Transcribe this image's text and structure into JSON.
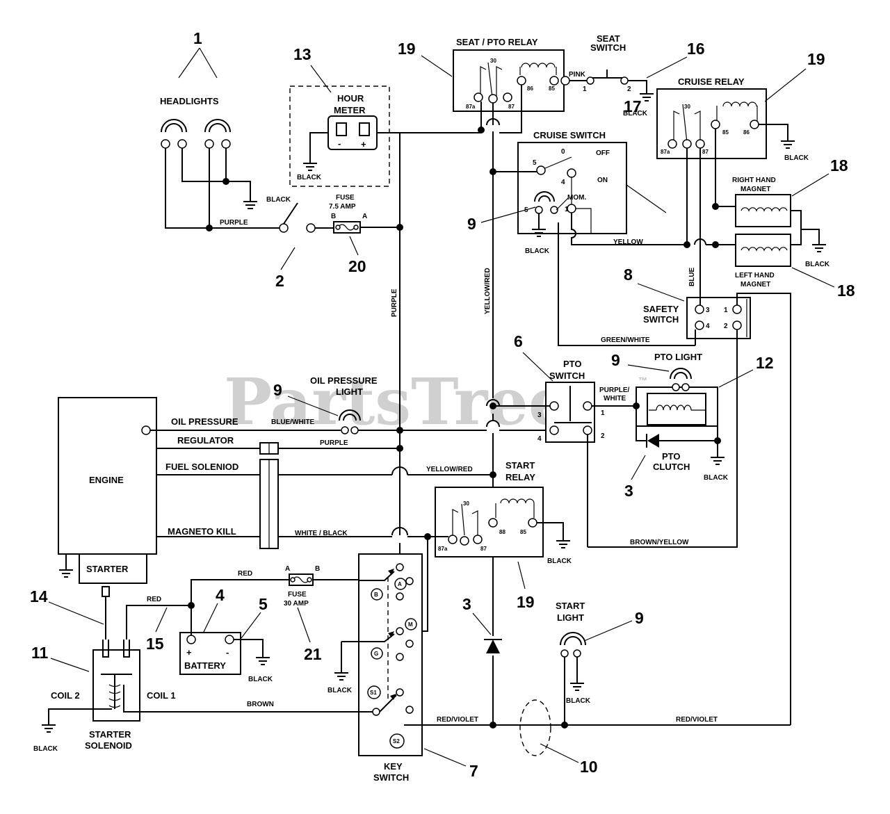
{
  "watermark": "PartsTree",
  "trademark": "™",
  "components": {
    "headlights": "HEADLIGHTS",
    "hour_meter_1": "HOUR",
    "hour_meter_2": "METER",
    "seat_pto_relay": "SEAT / PTO RELAY",
    "seat_switch_1": "SEAT",
    "seat_switch_2": "SWITCH",
    "cruise_relay": "CRUISE RELAY",
    "cruise_switch": "CRUISE SWITCH",
    "right_magnet_1": "RIGHT HAND",
    "right_magnet_2": "MAGNET",
    "left_magnet_1": "LEFT HAND",
    "left_magnet_2": "MAGNET",
    "fuse_75_1": "FUSE",
    "fuse_75_2": "7.5 AMP",
    "safety_switch_1": "SAFETY",
    "safety_switch_2": "SWITCH",
    "oil_light_1": "OIL PRESSURE",
    "oil_light_2": "LIGHT",
    "pto_switch_1": "PTO",
    "pto_switch_2": "SWITCH",
    "pto_light": "PTO LIGHT",
    "pto_clutch_1": "PTO",
    "pto_clutch_2": "CLUTCH",
    "engine": "ENGINE",
    "starter": "STARTER",
    "start_relay_1": "START",
    "start_relay_2": "RELAY",
    "fuse_30_1": "FUSE",
    "fuse_30_2": "30 AMP",
    "battery": "BATTERY",
    "start_light_1": "START",
    "start_light_2": "LIGHT",
    "key_switch_1": "KEY",
    "key_switch_2": "SWITCH",
    "starter_solenoid_1": "STARTER",
    "starter_solenoid_2": "SOLENOID",
    "coil_1": "COIL 1",
    "coil_2": "COIL 2"
  },
  "engine_terminals": {
    "oil_pressure": "OIL PRESSURE",
    "regulator": "REGULATOR",
    "fuel_solenoid": "FUEL SOLENIOD",
    "magneto_kill": "MAGNETO KILL"
  },
  "wires": {
    "purple": "PURPLE",
    "black": "BLACK",
    "pink": "PINK",
    "yellow": "YELLOW",
    "yellow_red": "YELLOW/RED",
    "blue": "BLUE",
    "green_white": "GREEN/WHITE",
    "blue_white": "BLUE/WHITE",
    "purple_white_1": "PURPLE/",
    "purple_white_2": "WHITE",
    "brown_yellow": "BROWN/YELLOW",
    "white_black": "WHITE / BLACK",
    "red": "RED",
    "brown": "BROWN",
    "red_violet": "RED/VIOLET"
  },
  "terminals": {
    "t87a": "87a",
    "t30": "30",
    "t87": "87",
    "t86": "86",
    "t85": "85",
    "t88": "88",
    "one": "1",
    "two": "2",
    "three": "3",
    "four": "4",
    "five": "5",
    "zero": "0",
    "off": "OFF",
    "on": "ON",
    "mom": "MOM.",
    "fuse_a": "A",
    "fuse_b": "B",
    "minus": "-",
    "plus": "+",
    "key_a": "A",
    "key_b": "B",
    "key_m": "M",
    "key_g": "G",
    "key_s1": "S1",
    "key_s2": "S2"
  },
  "callouts": {
    "n1": "1",
    "n2": "2",
    "n3": "3",
    "n4": "4",
    "n5": "5",
    "n6": "6",
    "n7": "7",
    "n8": "8",
    "n9": "9",
    "n10": "10",
    "n11": "11",
    "n12": "12",
    "n13": "13",
    "n14": "14",
    "n15": "15",
    "n16": "16",
    "n17": "17",
    "n18": "18",
    "n19": "19",
    "n20": "20",
    "n21": "21"
  }
}
